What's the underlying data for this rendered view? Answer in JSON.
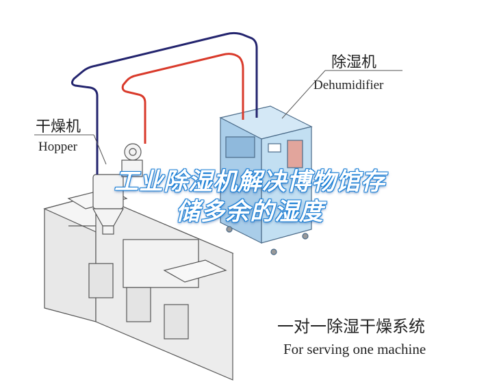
{
  "colors": {
    "dehumidifier_body": "#b9d9ef",
    "supply_pipe": "#d93a2b",
    "return_pipe": "#23246e",
    "title_text": "#ffffff",
    "title_stroke": "#1a7fd6"
  },
  "labels": {
    "dehumidifier_cn": "除湿机",
    "dehumidifier_en": "Dehumidifier",
    "hopper_cn": "干燥机",
    "hopper_en": "Hopper",
    "system_cn": "一对一除湿干燥系统",
    "system_en": "For serving one machine"
  },
  "title": {
    "line1": "工业除湿机解决博物馆存",
    "line2": "储多余的湿度"
  }
}
